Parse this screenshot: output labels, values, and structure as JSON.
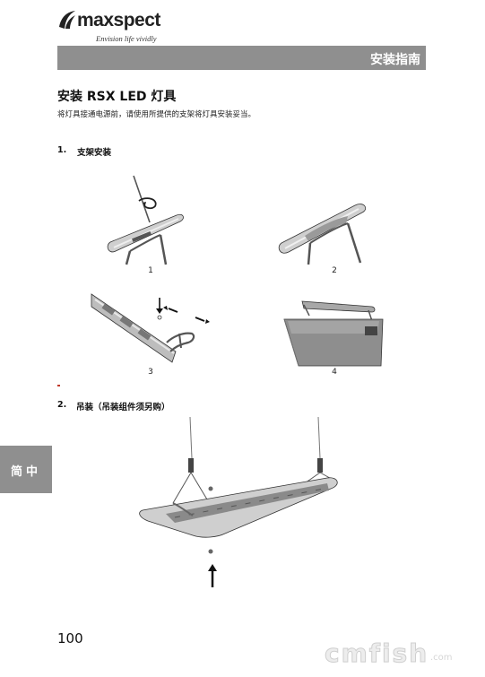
{
  "brand": {
    "name": "maxspect",
    "tagline": "Envision life vividly",
    "logo": "maxspect-logo-icon"
  },
  "header": {
    "title": "安装指南"
  },
  "section": {
    "title": "安装  RSX LED  灯具",
    "intro": "将灯具接通电源前，请使用所提供的支架将灯具安装妥当。"
  },
  "steps": [
    {
      "number": "1.",
      "title": "支架安装",
      "figures": [
        {
          "caption": "1"
        },
        {
          "caption": "2"
        },
        {
          "caption": "3"
        },
        {
          "caption": "4"
        }
      ]
    },
    {
      "number": "2.",
      "title": "吊装（吊装组件须另购）"
    }
  ],
  "side_tab": {
    "label": "简中"
  },
  "page_number": "100",
  "watermark": {
    "text": "cmfish",
    "suffix": ".com"
  },
  "colors": {
    "header_gray": "#8f8f8f",
    "text": "#111111",
    "accent_red": "#c0392b"
  }
}
